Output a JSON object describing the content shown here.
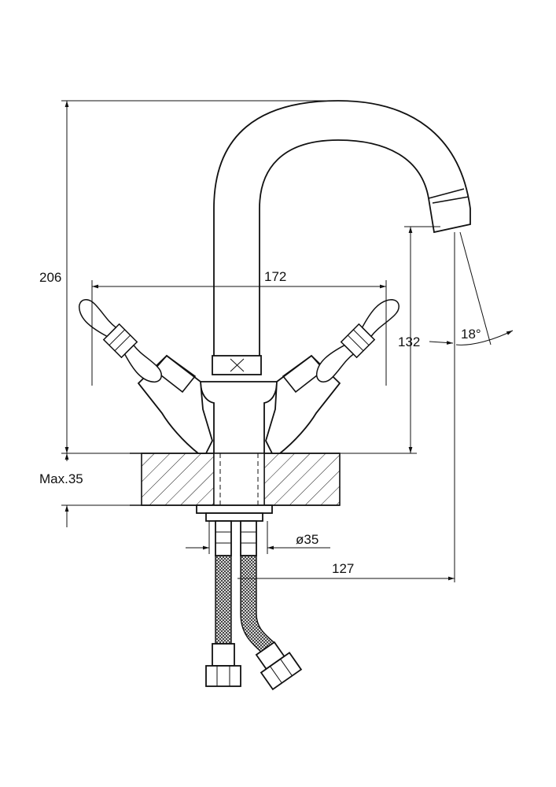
{
  "dimensions": {
    "height_total": "206",
    "width_handles": "172",
    "spout_height": "132",
    "spout_angle": "18°",
    "counter_max": "Max.35",
    "hole_diameter": "ø35",
    "spout_reach": "127"
  },
  "colors": {
    "line": "#111111",
    "background": "#ffffff"
  }
}
